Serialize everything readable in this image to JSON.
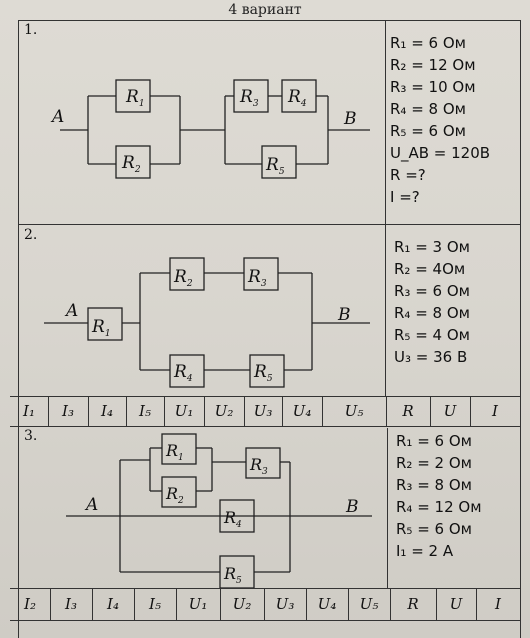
{
  "page": {
    "title": "4 вариант"
  },
  "problems": [
    {
      "number": "1.",
      "circuit": {
        "node_a": "A",
        "node_b": "B",
        "resistors": [
          "R1",
          "R2",
          "R3",
          "R4",
          "R5"
        ]
      },
      "given": [
        "R₁ = 6 Ом",
        "R₂ = 12 Ом",
        "R₃ = 10 Ом",
        "R₄ = 8 Ом",
        "R₅ = 6 Ом",
        "U_AB = 120В",
        "R =?",
        "I =?"
      ]
    },
    {
      "number": "2.",
      "circuit": {
        "node_a": "A",
        "node_b": "B",
        "resistors": [
          "R1",
          "R2",
          "R3",
          "R4",
          "R5"
        ]
      },
      "given": [
        "R₁ = 3 Ом",
        "R₂ = 4Ом",
        "R₃ = 6 Ом",
        "R₄ = 8 Ом",
        "R₅ = 4 Ом",
        "U₃ = 36 В"
      ],
      "answer_row": [
        "I₁",
        "I₃",
        "I₄",
        "I₅",
        "U₁",
        "U₂",
        "U₃",
        "U₄",
        "U₅",
        "R",
        "U",
        "I"
      ]
    },
    {
      "number": "3.",
      "circuit": {
        "node_a": "A",
        "node_b": "B",
        "resistors": [
          "R1",
          "R2",
          "R3",
          "R4",
          "R5"
        ]
      },
      "given": [
        "R₁ = 6 Ом",
        "R₂ = 2 Ом",
        "R₃ = 8 Ом",
        "R₄ = 12 Ом",
        "R₅ = 6 Ом",
        "I₁ = 2 А"
      ],
      "answer_row": [
        "I₂",
        "I₃",
        "I₄",
        "I₅",
        "U₁",
        "U₂",
        "U₃",
        "U₄",
        "U₅",
        "R",
        "U",
        "I"
      ]
    }
  ]
}
